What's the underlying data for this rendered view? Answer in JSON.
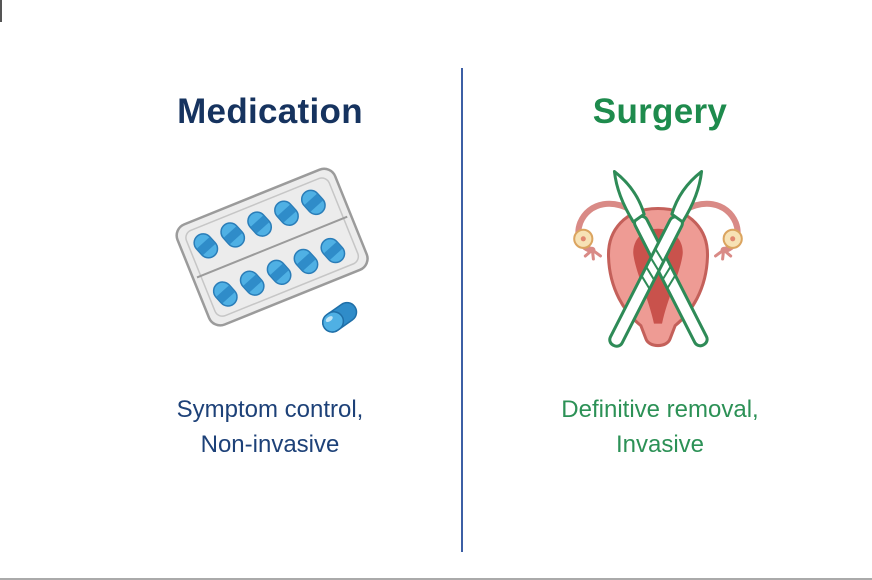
{
  "medication": {
    "title": "Medication",
    "caption_line1": "Symptom control,",
    "caption_line2": "Non-invasive",
    "title_color": "#16335f",
    "caption_color": "#1d4178",
    "icon": "pill-blister-pack"
  },
  "surgery": {
    "title": "Surgery",
    "caption_line1": "Definitive removal,",
    "caption_line2": "Invasive",
    "title_color": "#1e8b4d",
    "caption_color": "#2c9156",
    "icon": "uterus-with-crossed-scalpels"
  },
  "divider": {
    "color": "#3c5fa5"
  },
  "colors": {
    "pill_blue": "#4fb0e4",
    "pill_blue_dark": "#2f8cc9",
    "pill_outline": "#2a7db8",
    "blister_gray": "#ececec",
    "blister_outline": "#9b9b9b",
    "uterus_pink": "#ee9b94",
    "uterus_outline": "#c4605a",
    "uterus_cavity": "#c9524c",
    "ovary_cream": "#f7e2b5",
    "scalpel_green": "#2e8b57",
    "background": "#ffffff"
  }
}
